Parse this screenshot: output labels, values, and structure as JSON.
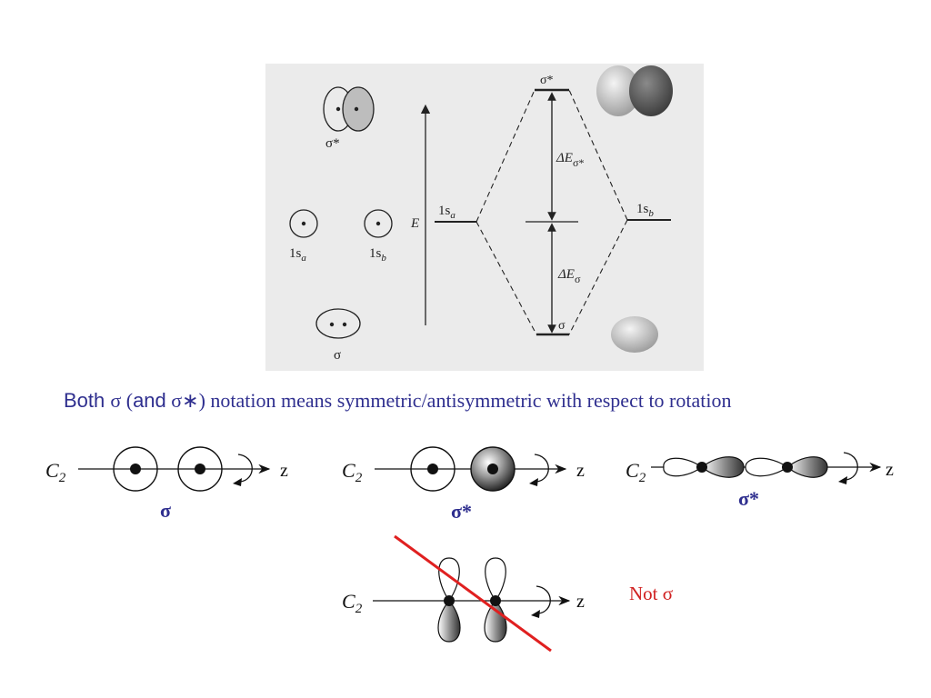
{
  "mo_diagram": {
    "axis_label": "E",
    "level_sigma_star": "σ*",
    "level_sigma": "σ",
    "level_1sa": "1s",
    "level_1sa_sub": "a",
    "level_1sb": "1s",
    "level_1sb_sub": "b",
    "delta_sigma_star": "ΔE",
    "delta_sigma_star_sub": "σ*",
    "delta_sigma": "ΔE",
    "delta_sigma_sub": "σ",
    "orbital_sigma_star_label": "σ*",
    "orbital_1sa": "1s",
    "orbital_1sa_sub": "a",
    "orbital_1sb": "1s",
    "orbital_1sb_sub": "b",
    "orbital_sigma_label": "σ"
  },
  "caption": {
    "part1": "Both ",
    "sigma": "σ",
    "part2": " (",
    "and": "and",
    "part3": " σ∗) notation means symmetric/antisymmetric with respect to rotation"
  },
  "symmetry_examples": [
    {
      "axis": "C",
      "axis_sub": "2",
      "direction": "z",
      "label": "σ"
    },
    {
      "axis": "C",
      "axis_sub": "2",
      "direction": "z",
      "label": "σ*"
    },
    {
      "axis": "C",
      "axis_sub": "2",
      "direction": "z",
      "label": "σ*"
    },
    {
      "axis": "C",
      "axis_sub": "2",
      "direction": "z",
      "label": "Not σ"
    }
  ],
  "colors": {
    "caption": "#2f2f8f",
    "label_blue": "#2f2f8f",
    "strike_red": "#e02020",
    "not_sigma_red": "#d02020"
  }
}
